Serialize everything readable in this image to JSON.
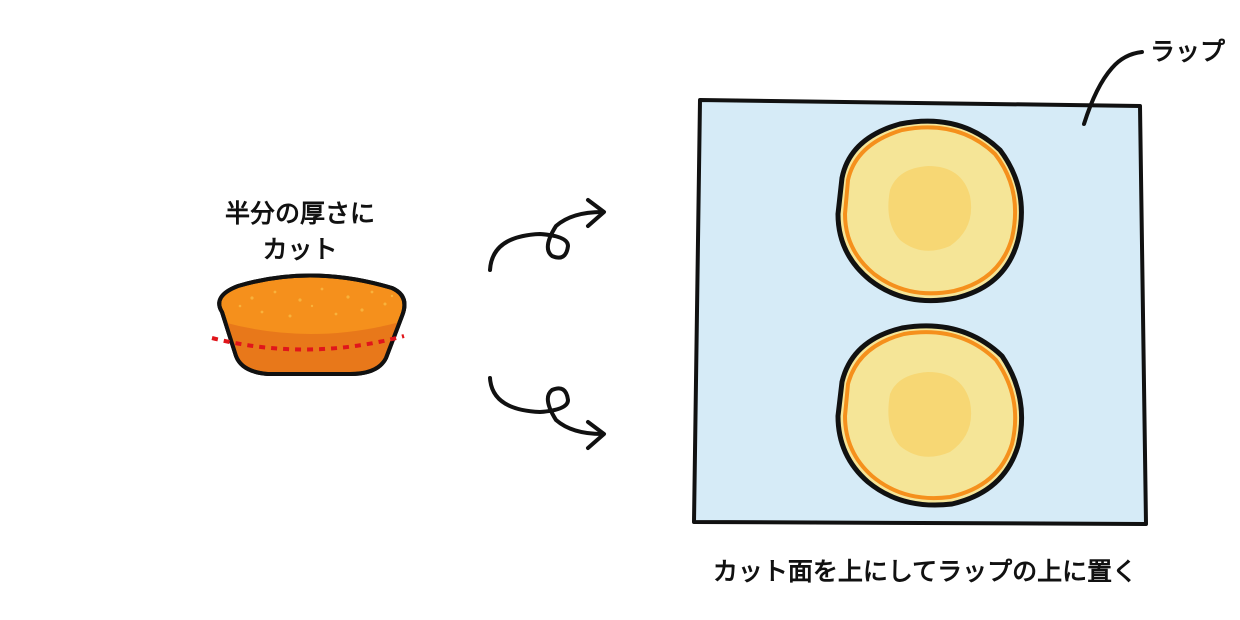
{
  "labels": {
    "cut_instruction_line1": "半分の厚さに",
    "cut_instruction_line2": "カット",
    "wrap": "ラップ",
    "caption": "カット面を上にしてラップの上に置く"
  },
  "colors": {
    "outline": "#111111",
    "cake_top": "#f5901c",
    "cake_side": "#e8781a",
    "cut_line": "#e0151b",
    "wrap_fill": "#d6ebf7",
    "slice_rim": "#f5901c",
    "slice_crumb": "#f5e597",
    "slice_center": "#f7d774"
  },
  "icons": [
    "cake-icon",
    "curly-arrow-icon",
    "cake-slice-icon"
  ]
}
